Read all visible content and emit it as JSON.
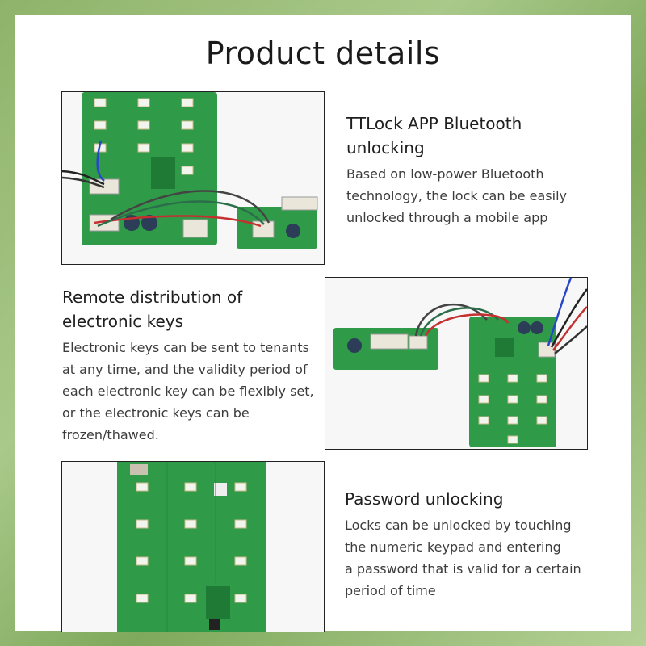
{
  "title": "Product details",
  "features": [
    {
      "heading_lines": [
        "TTLock APP Bluetooth",
        "unlocking"
      ],
      "description_lines": [
        "Based on low-power Bluetooth",
        "technology, the lock can be easily",
        "unlocked through a mobile app"
      ]
    },
    {
      "heading_lines": [
        "Remote distribution of",
        "electronic keys"
      ],
      "description_lines": [
        "Electronic keys can be sent to tenants",
        "at any time, and the validity period of",
        "each electronic key can be flexibly set,",
        "or the electronic keys can be",
        "frozen/thawed."
      ]
    },
    {
      "heading_lines": [
        "Password unlocking"
      ],
      "description_lines": [
        "Locks can be unlocked by touching",
        "the numeric keypad and entering",
        "a password that is valid for a certain",
        "period of time"
      ]
    }
  ],
  "colors": {
    "pcb_green": "#2f9a48",
    "pcb_dark": "#1f7a36",
    "led_white": "#f2f5ee",
    "connector": "#eae6da"
  }
}
